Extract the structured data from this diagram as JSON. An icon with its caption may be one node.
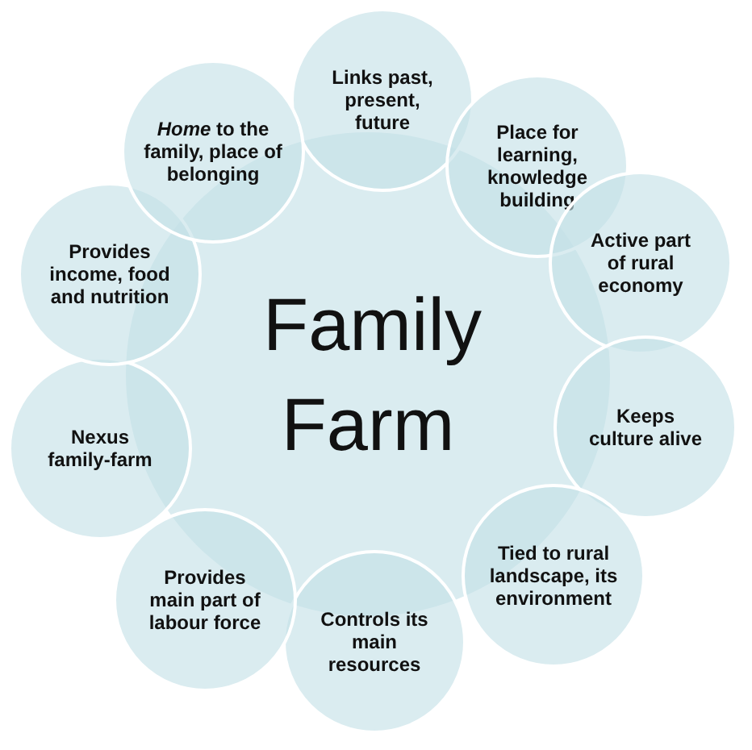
{
  "diagram": {
    "nodes": [
      {
        "text": [
          "Family Farm"
        ]
      },
      {
        "text": [
          "Links past, present, future"
        ]
      },
      {
        "text": [
          "Place for learning, knowledge building"
        ]
      },
      {
        "text": [
          "Active part of rural economy"
        ]
      },
      {
        "text": [
          "Keeps culture alive"
        ]
      },
      {
        "text": [
          "Tied to rural landscape, its environment"
        ]
      },
      {
        "text": [
          "Controls its main resources"
        ]
      },
      {
        "text": [
          "Provides main part of labour force"
        ]
      },
      {
        "text": [
          "Nexus family-farm"
        ]
      },
      {
        "text": [
          "Provides income, food and nutrition"
        ]
      },
      {
        "text": [
          "*Home* to the family, place of belonging"
        ]
      }
    ]
  }
}
